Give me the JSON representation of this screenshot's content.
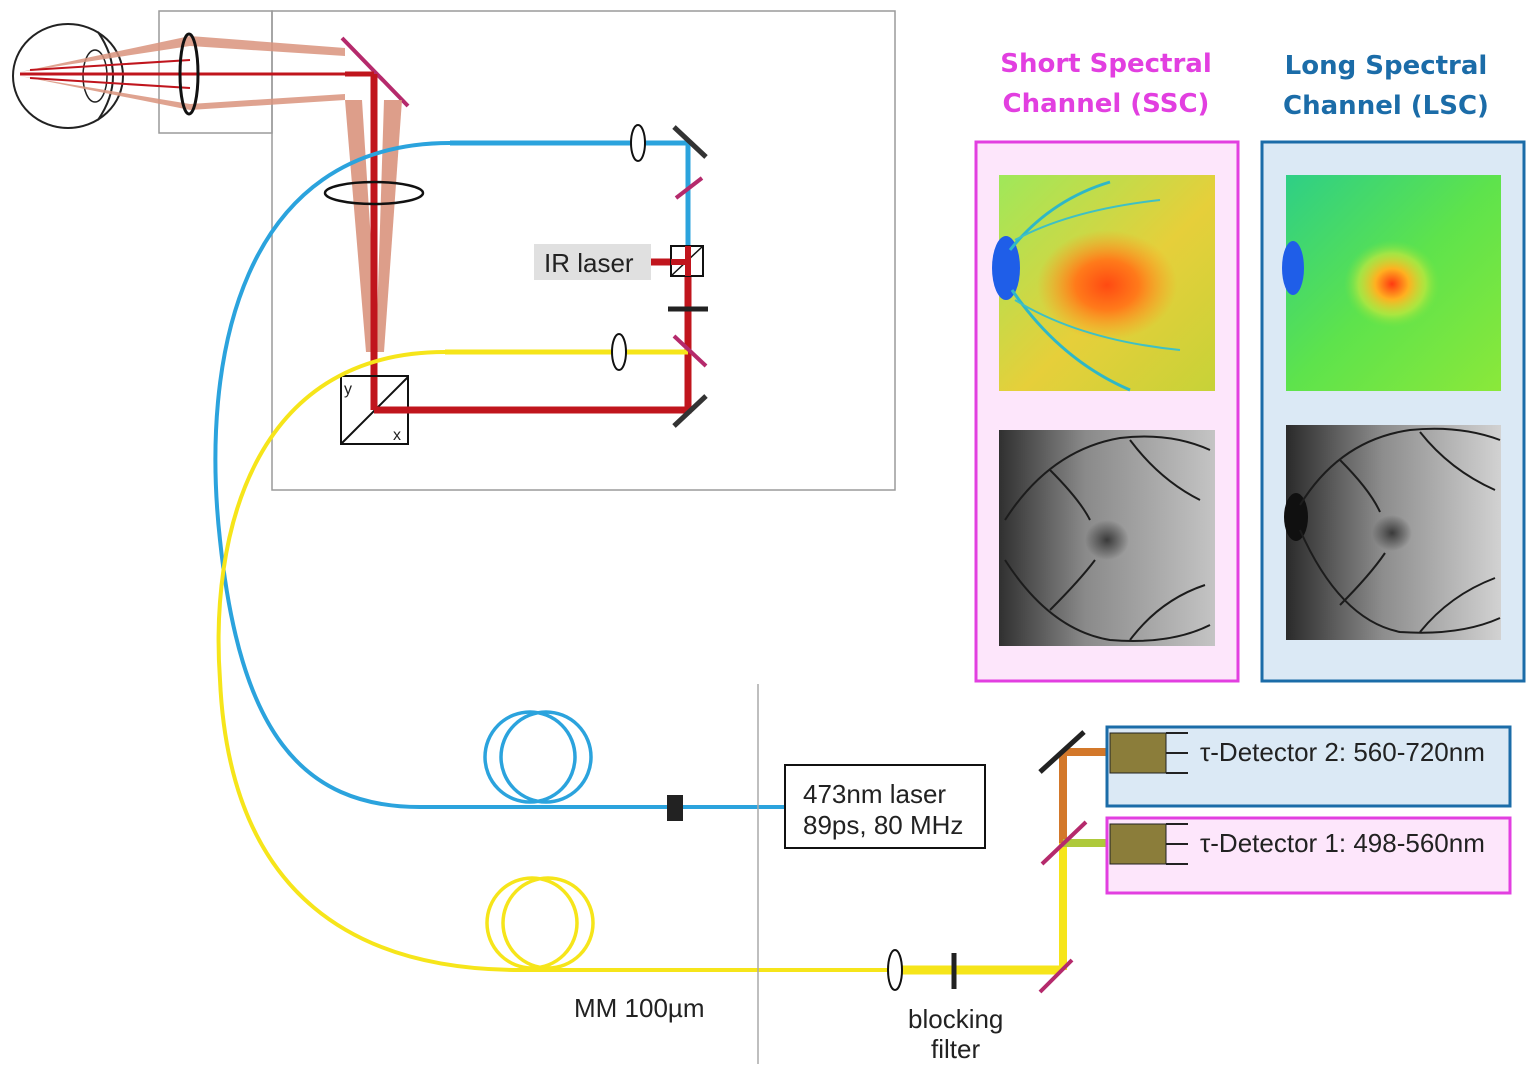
{
  "colors": {
    "blue_fiber": "#2ba3dd",
    "yellow_fiber": "#f6e51a",
    "red_beam": "#c0151d",
    "pink_beam": "#d9937d",
    "dichroic": "#b52a6c",
    "orange_beam": "#d3782a",
    "green_beam": "#aec93b",
    "ssc_border": "#e23fe0",
    "ssc_fill": "#fde6fb",
    "lsc_border": "#1b6ca8",
    "lsc_fill": "#dbe9f5",
    "detector_body": "#8b7d3a"
  },
  "labels": {
    "ir_laser": "IR laser",
    "scanner_y": "y",
    "scanner_x": "x",
    "laser_line1": "473nm laser",
    "laser_line2": "89ps, 80 MHz",
    "fiber": "MM 100µm",
    "blocking_line1": "blocking",
    "blocking_line2": "filter",
    "detector2": "τ-Detector 2: 560-720nm",
    "detector1": "τ-Detector 1: 498-560nm"
  },
  "channels": {
    "ssc": {
      "title_line1": "Short Spectral",
      "title_line2": "Channel (SSC)"
    },
    "lsc": {
      "title_line1": "Long Spectral",
      "title_line2": "Channel (LSC)"
    }
  }
}
